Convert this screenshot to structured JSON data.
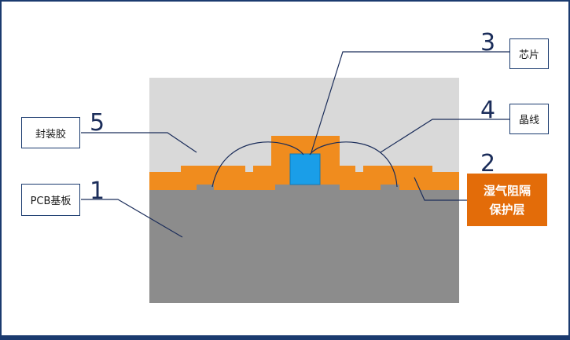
{
  "colors": {
    "frame": "#1b3b6f",
    "encapsulant": "#d9d9d9",
    "pcb": "#8c8c8c",
    "barrier_layer": "#f08c1e",
    "chip": "#1a9ee8",
    "leader_line": "#1b2d5a",
    "moisture_label_bg": "#e36c09"
  },
  "callouts": {
    "chip": {
      "number": "3",
      "label": "芯片",
      "icon": "chip-square"
    },
    "wire": {
      "number": "4",
      "label": "晶线",
      "icon": "bond-wire-arc"
    },
    "encapsulant": {
      "number": "5",
      "label": "封装胶",
      "icon": "encapsulant-block"
    },
    "pcb": {
      "number": "1",
      "label": "PCB基板",
      "icon": "pcb-substrate"
    },
    "barrier": {
      "number": "2",
      "label_line1": "湿气阻隔",
      "label_line2": "保护层",
      "icon": "barrier-layer"
    }
  }
}
